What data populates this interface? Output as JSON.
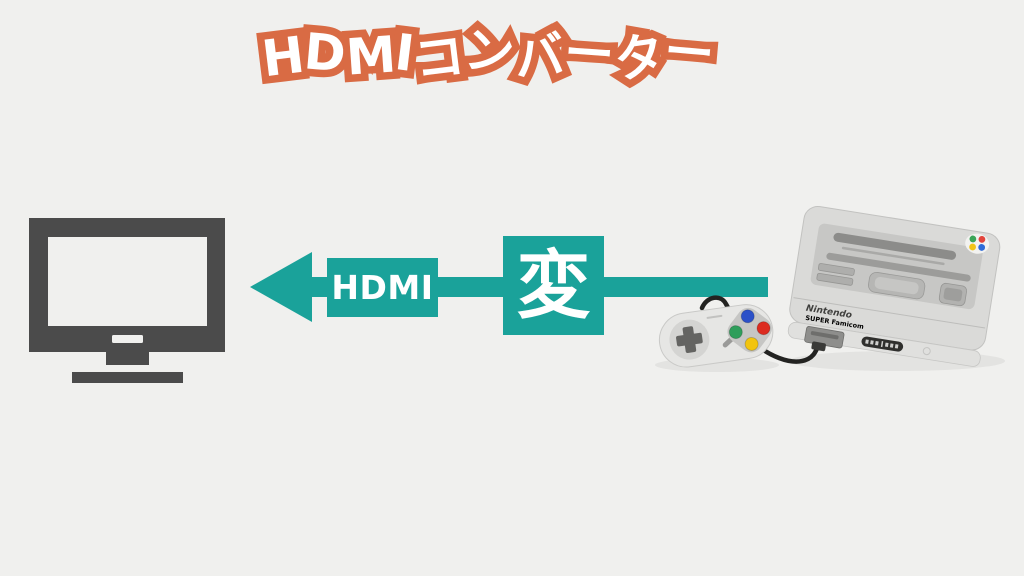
{
  "page": {
    "background_color": "#f0f0ee"
  },
  "title": {
    "text": "HDMIコンバーター",
    "fill_color": "#ffffff",
    "outline_color": "#d96b44"
  },
  "flow": {
    "arrow_color": "#1aa29a",
    "text_color": "#ffffff",
    "hdmi_label": "HDMI",
    "convert_label": "変",
    "direction": "left"
  },
  "tv": {
    "color": "#4b4b4b"
  },
  "console": {
    "brand": "Nintendo",
    "model": "SUPER Famicom",
    "body_color": "#dadad8",
    "logo_colors": {
      "green": "#3ba558",
      "red": "#e2453c",
      "yellow": "#f0c419",
      "blue": "#2f6bd8"
    },
    "button_colors": {
      "blue": "#2b50c8",
      "green": "#2f9e5b",
      "red": "#dc2b20",
      "yellow": "#f2c40f"
    }
  }
}
